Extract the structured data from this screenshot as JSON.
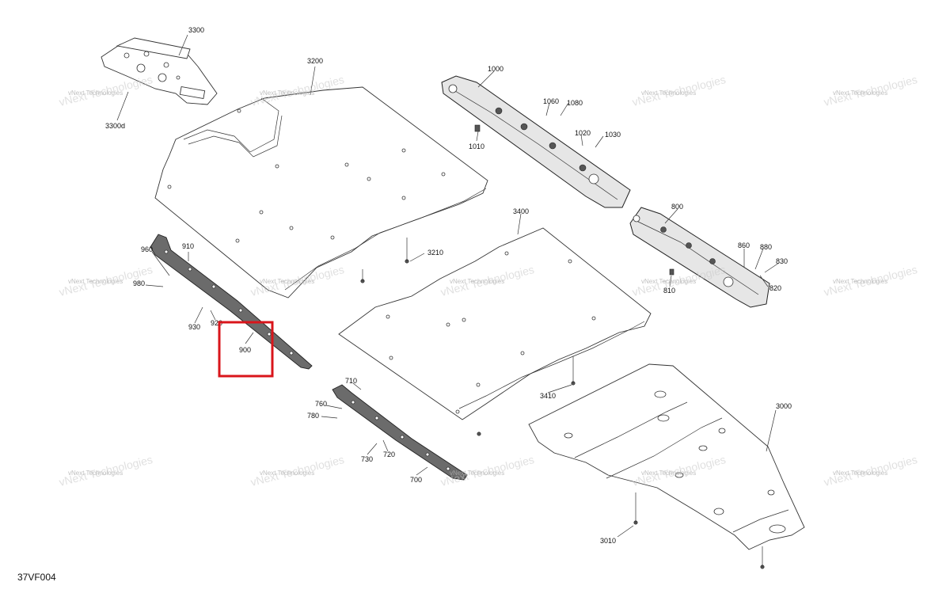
{
  "diagram": {
    "code": "37VF004",
    "watermark": "vNext Technologies",
    "highlight_color": "#d9151b",
    "highlighted_part": "900",
    "labels": {
      "p3300": "3300",
      "p3300d": "3300d",
      "p3200": "3200",
      "p3210": "3210",
      "p1000": "1000",
      "p1060": "1060",
      "p1080": "1080",
      "p1010": "1010",
      "p1020": "1020",
      "p1030": "1030",
      "p800": "800",
      "p860": "860",
      "p880": "880",
      "p830": "830",
      "p820": "820",
      "p810": "810",
      "p3400": "3400",
      "p3410": "3410",
      "p910": "910",
      "p960": "960",
      "p980": "980",
      "p930": "930",
      "p920": "920",
      "p900": "900",
      "p710": "710",
      "p760": "760",
      "p780": "780",
      "p730": "730",
      "p720": "720",
      "p700": "700",
      "p3000": "3000",
      "p3010": "3010"
    }
  }
}
